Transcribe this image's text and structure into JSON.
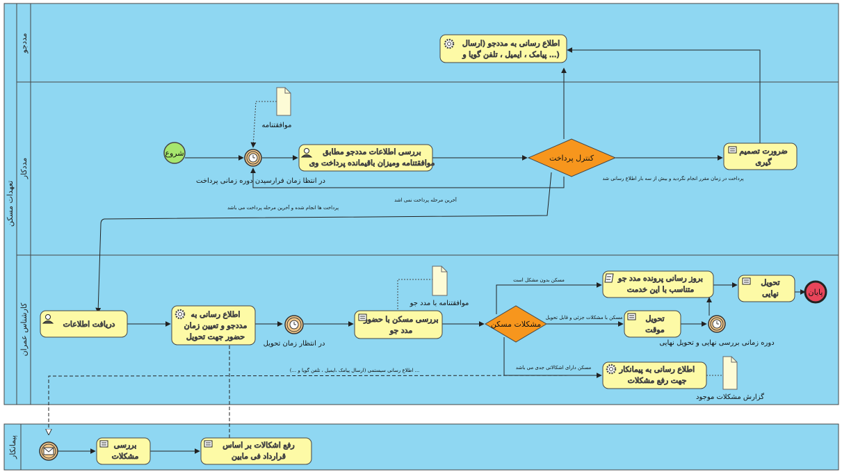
{
  "pool_main": "تعهدات مسکن",
  "pool_contractor": "پیمانکار",
  "lanes": {
    "student": "مددجو",
    "aid_worker": "مددکار",
    "construction_expert": "کارشناس عمران"
  },
  "events": {
    "start": "شروع",
    "end": "پایان"
  },
  "tasks": {
    "notify_student_1": "اطلاع رسانی به مددجو (ارسال",
    "notify_student_2": "پیامک ، ایمیل ، تلفن گویا و ...)",
    "review_info_1": "بررسی اطلاعات مددجو مطابق",
    "review_info_2": "موافقتنامه ومیزان باقیمانده پرداخت وی",
    "decision_1": "ضرورت تصمیم",
    "decision_2": "گیری",
    "receive_info": "دریافت اطلاعات",
    "notify_schedule_1": "اطلاع رسانی به",
    "notify_schedule_2": "مددجو و تعیین زمان",
    "notify_schedule_3": "حضور جهت تحویل",
    "inspect_1": "بررسی مسکن با حضور",
    "inspect_2": "مدد جو",
    "update_file_1": "بروز رسانی پرونده مدد جو",
    "update_file_2": "متناسب با این خدمت",
    "final_delivery_1": "تحویل",
    "final_delivery_2": "نهایی",
    "temp_delivery_1": "تحویل",
    "temp_delivery_2": "موقت",
    "notify_contractor_1": "اطلاع رسانی به پیمانکار",
    "notify_contractor_2": "جهت رفع مشکلات",
    "review_problems_1": "بررسی",
    "review_problems_2": "مشکلات",
    "fix_problems_1": "رفع اشکالات بر اساس",
    "fix_problems_2": "قرارداد فی مابین"
  },
  "gateways": {
    "payment_control": "کنترل پرداخت",
    "housing_problems": "مشکلات مسکن"
  },
  "artifacts": {
    "agreement": "موافقتنامه",
    "agreement_with_student": "موافقتنامه با مدد جو",
    "problems_report": "گزارش مشکلات موجود"
  },
  "timer_labels": {
    "wait_payment": "در انتظا زمان فرارسیدن دوره زمانی پرداخت",
    "wait_delivery": "در انتظار زمان تحویل",
    "review_period": "دوره زمانی بررسی نهایی و تحویل نهایی"
  },
  "flow_labels": {
    "payment_not_on_time": "پرداخت در زمان مقرر انجام نگردید و بیش از سه بار اطلاع رسانی شد",
    "not_last_stage": "آخرین مرحله پرداخت نمی اشد",
    "payments_done": "پرداخت ها انجام شده و آخرین مرحله پرداخت می باشد",
    "no_problem": "مسکن بدون مشکل است",
    "minor_problems": "مسکن با مشکلات جزئی و قابل تحویل",
    "serious_problems": "مسکن دارای اشکالاتی جدی می باشد",
    "system_notify": "اطلاع رسانی سیستمی (ارسال پیامک ،ایمیل ، تلفن گویا و ...) ..."
  },
  "colors": {
    "lane_bg": "#8fd7f2",
    "task_fill": "#fdfaa6",
    "gateway_fill": "#f7961d",
    "start_fill": "#a6e66e",
    "end_fill": "#e8455a"
  }
}
